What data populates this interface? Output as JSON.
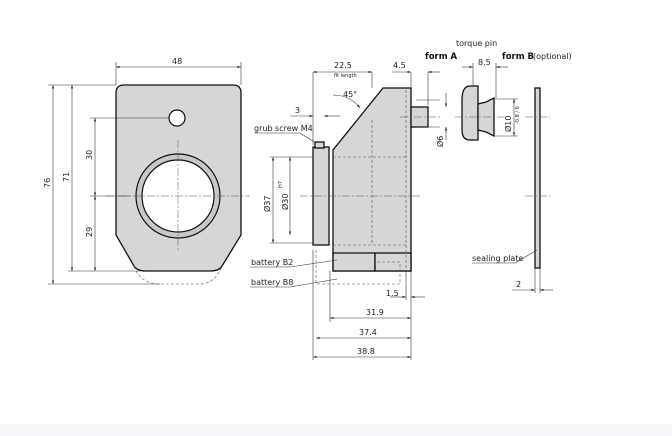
{
  "drawing": {
    "front_view": {
      "width": "48",
      "height_total": "76",
      "height_body": "71",
      "upper": "30",
      "lower": "29"
    },
    "side_view": {
      "fit_length_value": "22.5",
      "fit_length_label": "fit length",
      "angle": "45°",
      "pin_offset": "4.5",
      "grub_offset": "3",
      "grub_screw": "grub screw M4",
      "dia_outer": "Ø37",
      "dia_inner": "Ø30",
      "dia_inner_tol": "H7",
      "battery_b2": "battery B2",
      "battery_b8": "battery B8",
      "d1": "1.5",
      "d2": "31.9",
      "d3": "37.4",
      "d4": "38.8"
    },
    "torque_pin": {
      "title": "torque pin",
      "form_a": "form A",
      "form_b": "form B",
      "optional": "(optional)",
      "pin_dia": "Ø6",
      "form_b_width": "8.5",
      "form_b_dia": "Ø10",
      "form_b_tol": "-0.8 / 0"
    },
    "sealing_plate": {
      "label": "sealing plate",
      "thickness": "2"
    }
  }
}
